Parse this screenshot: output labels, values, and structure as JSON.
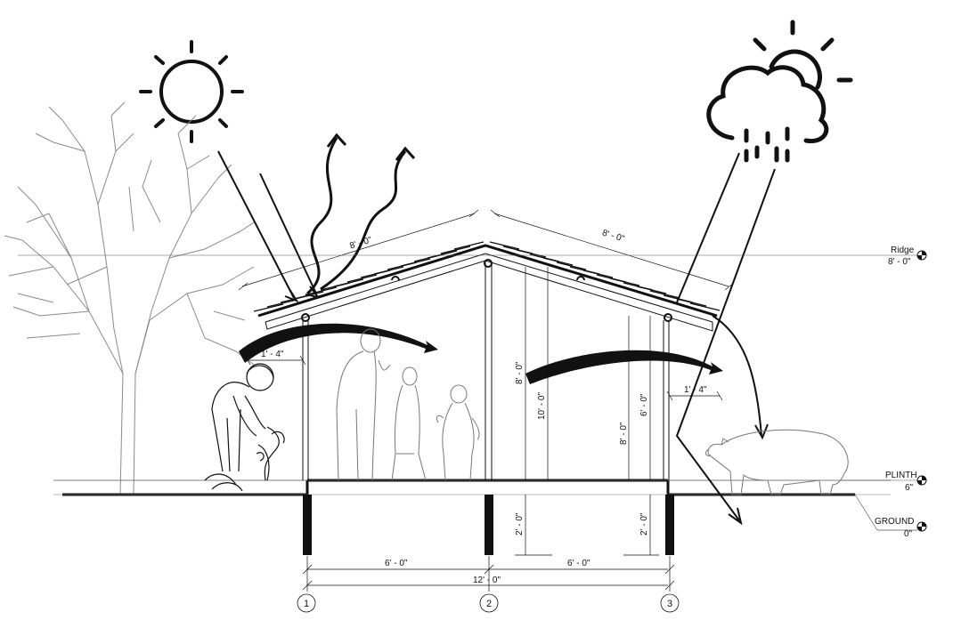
{
  "levels": {
    "ridge": {
      "name": "Ridge",
      "value": "8' - 0\""
    },
    "plinth": {
      "name": "PLINTH",
      "value": "6\""
    },
    "ground": {
      "name": "GROUND",
      "value": "0\""
    }
  },
  "grid_bubbles": [
    "1",
    "2",
    "3"
  ],
  "dimensions": {
    "roof_left_slope": "8' - 0\"",
    "roof_right_slope": "8' - 0\"",
    "overhang_left": "1' - 4\"",
    "overhang_right": "1' - 4\"",
    "height_center_1": "8' - 0\"",
    "height_center_2": "10' - 0\"",
    "height_right_1": "6' - 0\"",
    "height_right_2": "8' - 0\"",
    "footing_center": "2' - 0\"",
    "footing_right": "2' - 0\"",
    "bay_left": "6' - 0\"",
    "bay_right": "6' - 0\"",
    "total_span": "12' - 0\""
  },
  "icons": [
    "sun-icon",
    "rain-cloud-icon",
    "tree-icon",
    "gardener-figure",
    "family-figures",
    "pig-icon"
  ],
  "colors": {
    "ink": "#111111",
    "sketch": "#8a8a8a"
  }
}
